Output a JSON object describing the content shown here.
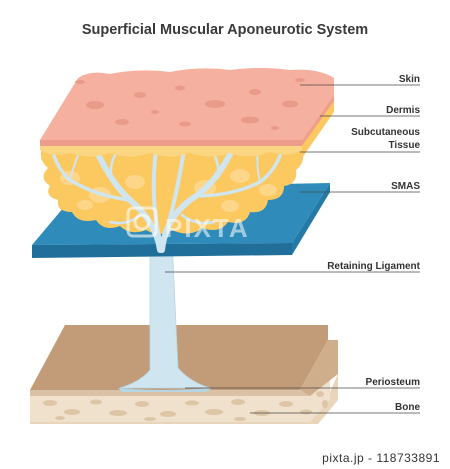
{
  "title": "Superficial Muscular Aponeurotic System",
  "labels": {
    "skin": "Skin",
    "dermis": "Dermis",
    "subcutaneous_line1": "Subcutaneous",
    "subcutaneous_line2": "Tissue",
    "smas": "SMAS",
    "retaining_ligament": "Retaining Ligament",
    "periosteum": "Periosteum",
    "bone": "Bone"
  },
  "watermark": "PIXTA",
  "footer": {
    "stock_id": "pixta.jp - 118733891"
  },
  "colors": {
    "skin": "#f4a898",
    "dermis": "#fbd682",
    "fat": "#fcc860",
    "smas": "#2e8ab8",
    "ligament": "#cfe5ef",
    "periosteum": "#c09a78",
    "bone": "#ecdcc4"
  }
}
